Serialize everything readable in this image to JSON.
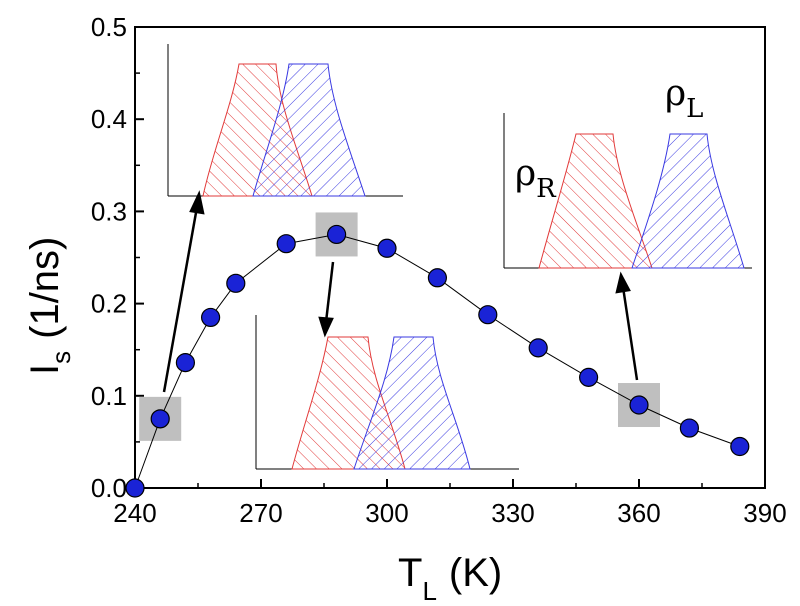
{
  "chart_data": {
    "type": "scatter",
    "xlabel": "T",
    "xlabel_sub": "L",
    "xlabel_unit": "(K)",
    "ylabel": "I",
    "ylabel_sub": "s",
    "ylabel_unit": "(1/ns)",
    "xlim": [
      240,
      390
    ],
    "ylim": [
      0,
      0.5
    ],
    "xticks": [
      "240",
      "270",
      "300",
      "330",
      "360",
      "390"
    ],
    "yticks": [
      "0.0",
      "0.1",
      "0.2",
      "0.3",
      "0.4",
      "0.5"
    ],
    "series": [
      {
        "x": [
          240,
          246,
          252,
          258,
          264,
          276,
          288,
          300,
          312,
          324,
          336,
          348,
          360,
          372,
          384
        ],
        "y": [
          0.0,
          0.075,
          0.136,
          0.185,
          0.222,
          0.265,
          0.275,
          0.26,
          0.228,
          0.188,
          0.152,
          0.12,
          0.09,
          0.065,
          0.045
        ],
        "color": "#1a23d6"
      }
    ],
    "highlighted_points": [
      {
        "x": 246,
        "y": 0.075
      },
      {
        "x": 288,
        "y": 0.275
      },
      {
        "x": 360,
        "y": 0.09
      }
    ],
    "insets": [
      {
        "id": "low",
        "overlap": "large"
      },
      {
        "id": "peak",
        "overlap": "medium"
      },
      {
        "id": "high",
        "overlap": "small",
        "label_left": "ρ",
        "label_left_sub": "R",
        "label_right": "ρ",
        "label_right_sub": "L"
      }
    ],
    "colors": {
      "left_density": "#e23a3a",
      "right_density": "#3a3ae2",
      "highlight": "#bfbfbf",
      "marker": "#1a23d6"
    }
  }
}
